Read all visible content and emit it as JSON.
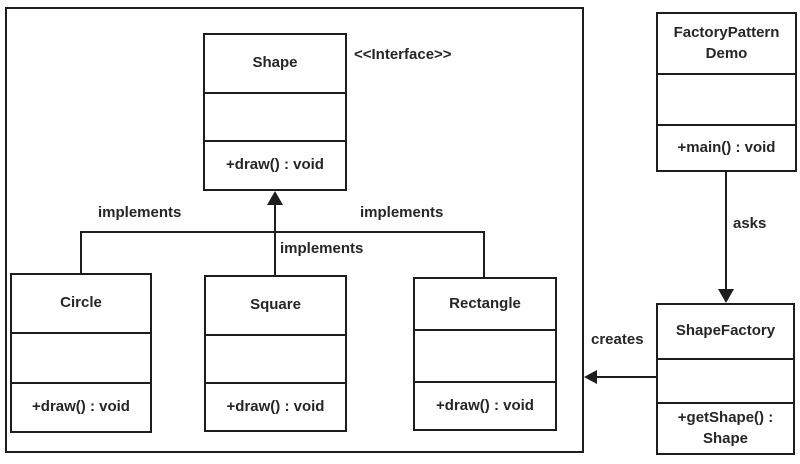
{
  "colors": {
    "line": "#1d1d1d",
    "text": "#262626",
    "background": "#ffffff"
  },
  "classes": {
    "shape": {
      "name": "Shape",
      "stereotype": "<<Interface>>",
      "methods": "+draw() : void"
    },
    "circle": {
      "name": "Circle",
      "methods": "+draw() : void"
    },
    "square": {
      "name": "Square",
      "methods": "+draw() : void"
    },
    "rectangle": {
      "name": "Rectangle",
      "methods": "+draw() : void"
    },
    "demo": {
      "name": "FactoryPattern\nDemo",
      "methods": "+main() : void"
    },
    "factory": {
      "name": "ShapeFactory",
      "methods": "+getShape() :\nShape"
    }
  },
  "relationships": {
    "implements_circle": "implements",
    "implements_square": "implements",
    "implements_rectangle": "implements",
    "asks": "asks",
    "creates": "creates"
  }
}
